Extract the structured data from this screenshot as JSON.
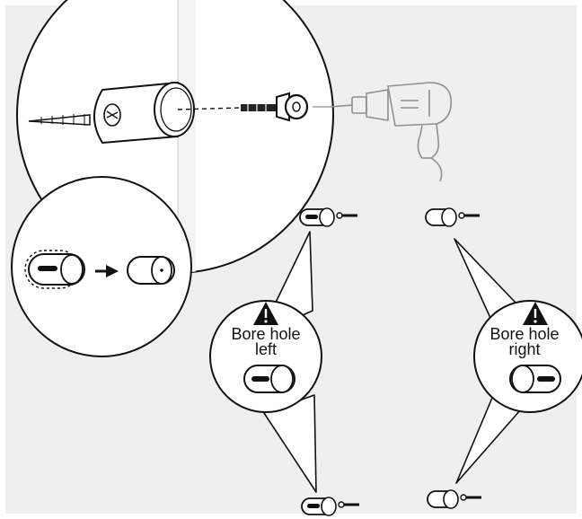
{
  "callouts": {
    "left": {
      "line1": "Bore hole",
      "line2": "left"
    },
    "right": {
      "line1": "Bore hole",
      "line2": "right"
    }
  },
  "colors": {
    "background": "#efefef",
    "circle_fill": "#ffffff",
    "ink": "#111111",
    "drill_ink": "#8f8f8f"
  },
  "icons": [
    "warning-triangle-icon",
    "drill-icon",
    "arrow-right-icon",
    "screw-icon",
    "cylinder-lock-icon"
  ]
}
